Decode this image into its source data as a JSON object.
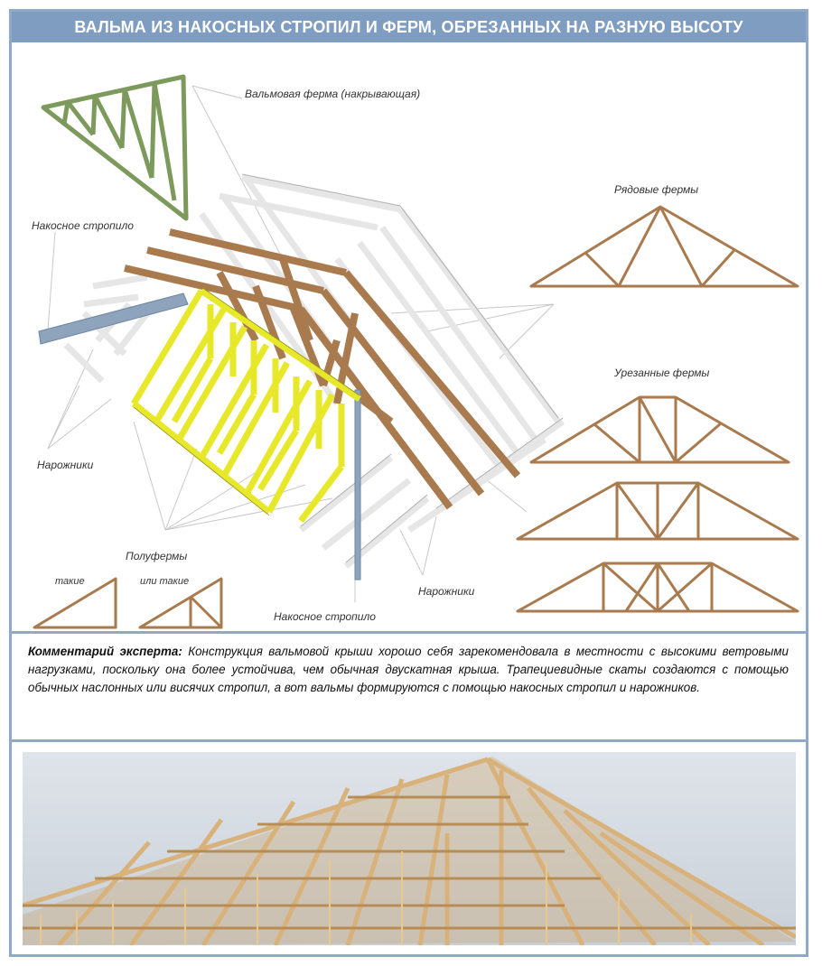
{
  "header": {
    "title": "ВАЛЬМА ИЗ НАКОСНЫХ СТРОПИЛ И ФЕРМ, ОБРЕЗАННЫХ НА РАЗНУЮ ВЫСОТУ"
  },
  "labels": {
    "hip_truss": "Вальмовая ферма (накрывающая)",
    "hip_rafter_top": "Накосное стропило",
    "regular_trusses": "Рядовые фермы",
    "cut_trusses": "Урезанные фермы",
    "jack_rafters_left": "Нарожники",
    "half_trusses": "Полуфермы",
    "such": "такие",
    "or_such": "или такие",
    "hip_rafter_bottom": "Накосное стропило",
    "jack_rafters_right": "Нарожники"
  },
  "comment": {
    "lead": "Комментарий эксперта:",
    "text": " Конструкция вальмовой крыши хорошо себя зарекомендовала в местности с высокими ветровыми нагрузками, поскольку она более устойчива, чем обычная двускатная крыша. Трапециевидные скаты создаются с помощью обычных наслонных или висячих стропил, а вот вальмы формируются с помощью накосных стропил и нарожников."
  },
  "colors": {
    "header_bg": "#7f9cc1",
    "border": "#8fa9c7",
    "truss_brown": "#a87a4e",
    "hip_truss_green": "#7c9a5c",
    "half_truss_yellow": "#e8e82a",
    "hip_rafter_blue": "#8ea4bd",
    "white_truss": "#e8e8e8"
  },
  "icons": {
    "photo": "roof-frame-photo"
  }
}
